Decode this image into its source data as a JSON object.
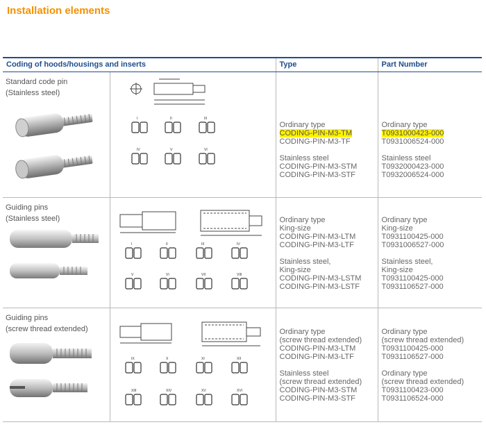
{
  "page_title": "Installation elements",
  "headers": {
    "col1": "Coding of hoods/housings and inserts",
    "col2": "Type",
    "col3": "Part Number"
  },
  "rows": [
    {
      "label_lines": [
        "Standard code pin",
        "(Stainless steel)"
      ],
      "type_lines": [
        "Ordinary type",
        "CODING-PIN-M3-TM",
        "CODING-PIN-M3-TF",
        "",
        "Stainless steel",
        "CODING-PIN-M3-STM",
        "CODING-PIN-M3-STF"
      ],
      "part_lines": [
        "Ordinary type",
        "T0931000423-000",
        "T0931006524-000",
        "",
        "Stainless steel",
        "T0932000423-000",
        "T0932006524-000"
      ],
      "roman": [
        "I",
        "II",
        "III",
        "IV",
        "V",
        "VI"
      ]
    },
    {
      "label_lines": [
        "Guiding pins",
        "(Stainless steel)"
      ],
      "type_lines": [
        "Ordinary type",
        "King-size",
        "CODING-PIN-M3-LTM",
        "CODING-PIN-M3-LTF",
        "",
        "Stainless steel,",
        "King-size",
        "CODING-PIN-M3-LSTM",
        "CODING-PIN-M3-LSTF"
      ],
      "part_lines": [
        "Ordinary type",
        "King-size",
        "T0931100425-000",
        "T0931006527-000",
        "",
        "Stainless steel,",
        "King-size",
        "T0931100425-000",
        "T0931106527-000"
      ],
      "roman": [
        "I",
        "II",
        "III",
        "IV",
        "V",
        "VI",
        "VII",
        "VIII"
      ]
    },
    {
      "label_lines": [
        "Guiding pins",
        "(screw thread extended)"
      ],
      "type_lines": [
        "Ordinary type",
        "(screw thread extended)",
        "CODING-PIN-M3-LTM",
        "CODING-PIN-M3-LTF",
        "",
        "Stainless steel",
        "(screw thread extended)",
        "CODING-PIN-M3-STM",
        "CODING-PIN-M3-STF"
      ],
      "part_lines": [
        "Ordinary type",
        "(screw thread extended)",
        "T0931100425-000",
        "T0931106527-000",
        "",
        "Ordinary type",
        "(screw thread extended)",
        "T0931100423-000",
        "T0931106524-000"
      ],
      "roman": [
        "IX",
        "X",
        "XI",
        "XII",
        "XIII",
        "XIV",
        "XV",
        "XVI"
      ]
    }
  ],
  "colors": {
    "title": "#f39200",
    "header": "#1e4d8c",
    "highlight": "#fff200"
  }
}
